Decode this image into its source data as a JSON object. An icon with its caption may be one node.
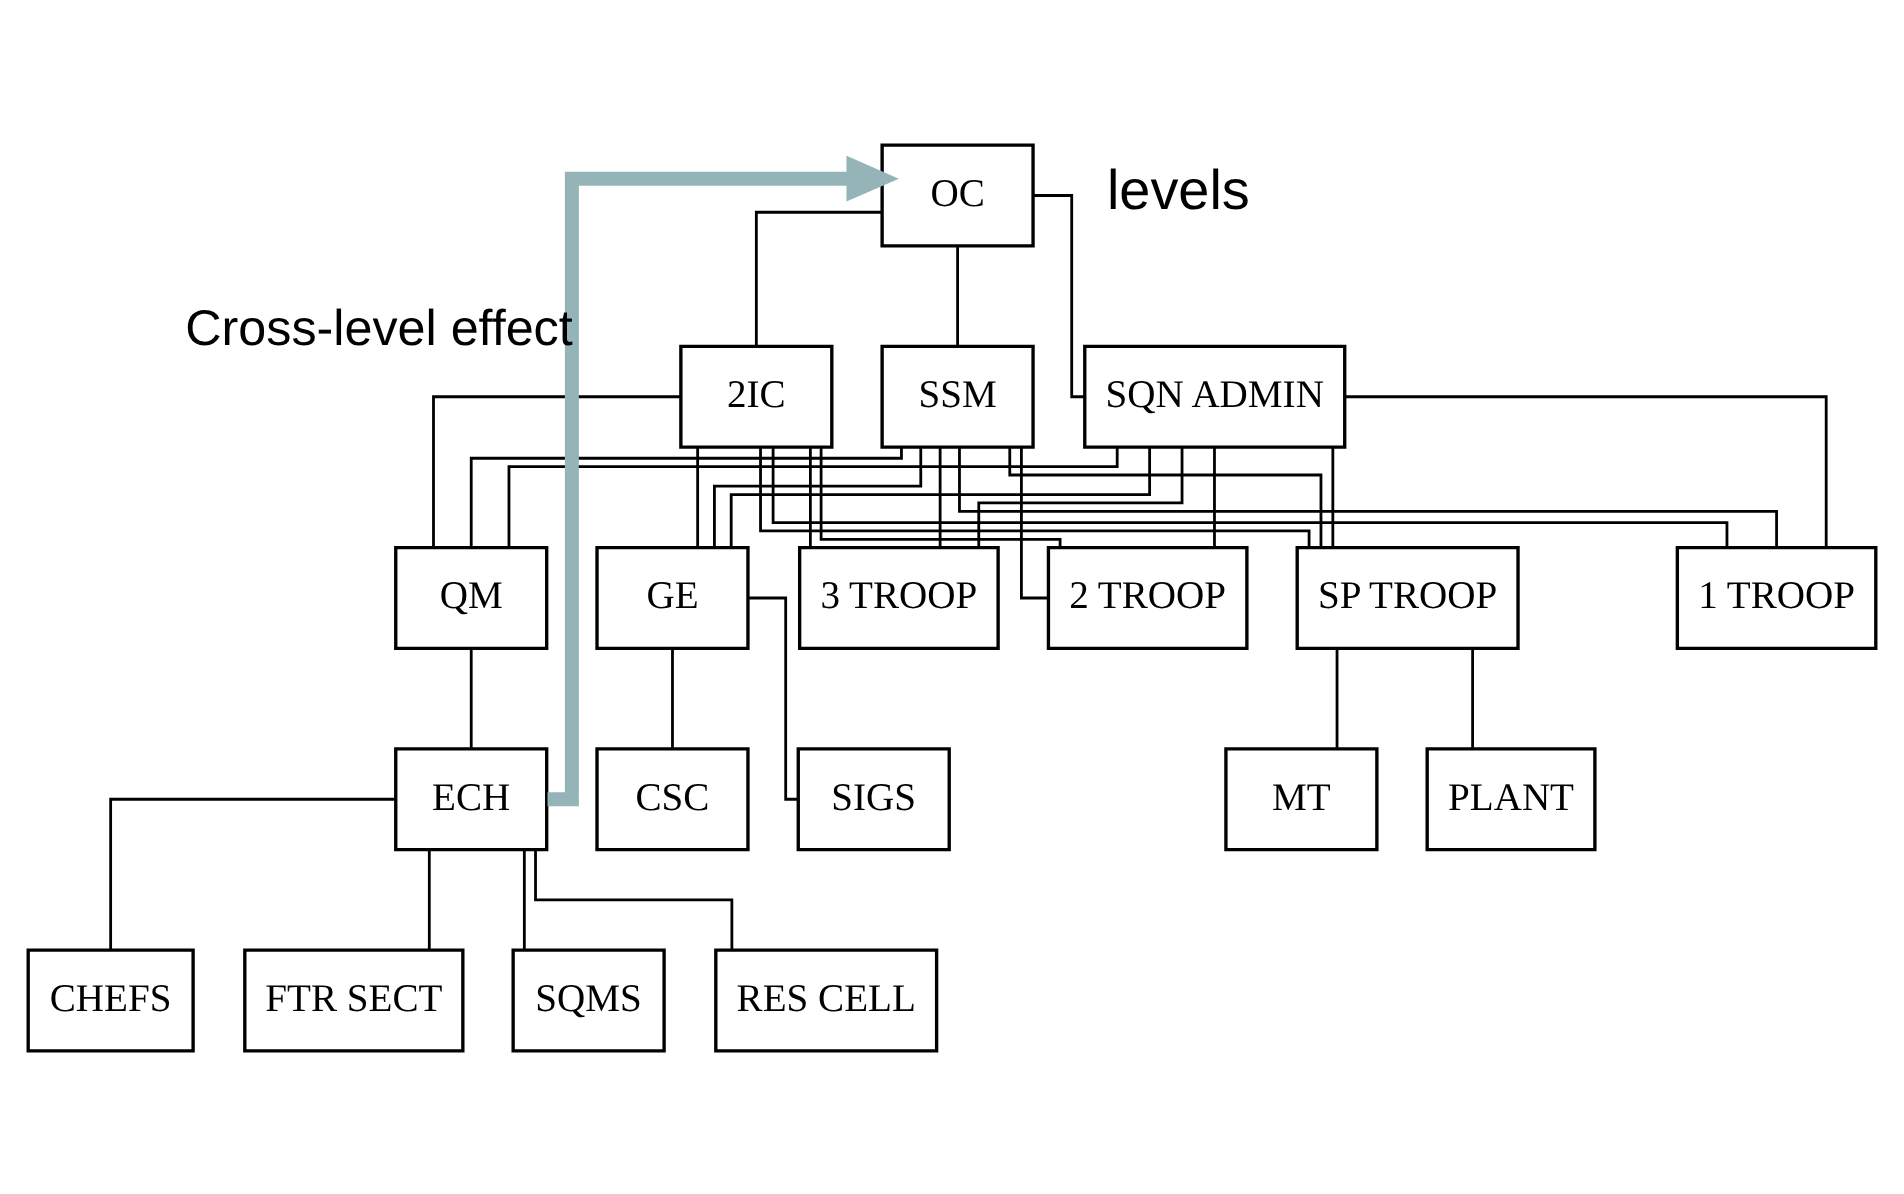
{
  "diagram": {
    "nodes": [
      {
        "text": [
          "OC"
        ]
      },
      {
        "text": [
          "2IC"
        ]
      },
      {
        "text": [
          "SSM"
        ]
      },
      {
        "text": [
          "SQN ADMIN"
        ]
      },
      {
        "text": [
          "SP TROOP"
        ]
      },
      {
        "text": [
          "1 TROOP"
        ]
      },
      {
        "text": [
          "2 TROOP"
        ]
      },
      {
        "text": [
          "3 TROOP"
        ]
      },
      {
        "text": [
          "QM"
        ]
      },
      {
        "text": [
          "GE"
        ]
      },
      {
        "text": [
          "PLANT"
        ]
      },
      {
        "text": [
          "MT"
        ]
      },
      {
        "text": [
          "ECH"
        ]
      },
      {
        "text": [
          "SIGS"
        ]
      },
      {
        "text": [
          "CSC"
        ]
      },
      {
        "text": [
          "CHEFS"
        ]
      },
      {
        "text": [
          "FTR SECT"
        ]
      },
      {
        "text": [
          "SQMS"
        ]
      },
      {
        "text": [
          "RES CELL"
        ]
      }
    ],
    "edges": [
      {
        "from": 0,
        "to": 1,
        "arrow": "none"
      },
      {
        "from": 0,
        "to": 2,
        "arrow": "none"
      },
      {
        "from": 0,
        "to": 3,
        "arrow": "none"
      },
      {
        "from": 1,
        "to": 4,
        "arrow": "none"
      },
      {
        "from": 1,
        "to": 5,
        "arrow": "none"
      },
      {
        "from": 1,
        "to": 6,
        "arrow": "none"
      },
      {
        "from": 1,
        "to": 7,
        "arrow": "none"
      },
      {
        "from": 1,
        "to": 8,
        "arrow": "none"
      },
      {
        "from": 1,
        "to": 9,
        "arrow": "none"
      },
      {
        "from": 2,
        "to": 4,
        "arrow": "none"
      },
      {
        "from": 2,
        "to": 5,
        "arrow": "none"
      },
      {
        "from": 2,
        "to": 6,
        "arrow": "none"
      },
      {
        "from": 2,
        "to": 7,
        "arrow": "none"
      },
      {
        "from": 2,
        "to": 8,
        "arrow": "none"
      },
      {
        "from": 2,
        "to": 9,
        "arrow": "none"
      },
      {
        "from": 3,
        "to": 4,
        "arrow": "none"
      },
      {
        "from": 3,
        "to": 5,
        "arrow": "none"
      },
      {
        "from": 3,
        "to": 6,
        "arrow": "none"
      },
      {
        "from": 3,
        "to": 7,
        "arrow": "none"
      },
      {
        "from": 3,
        "to": 8,
        "arrow": "none"
      },
      {
        "from": 3,
        "to": 9,
        "arrow": "none"
      },
      {
        "from": 4,
        "to": 10,
        "arrow": "none"
      },
      {
        "from": 4,
        "to": 11,
        "arrow": "none"
      },
      {
        "from": 8,
        "to": 12,
        "arrow": "none"
      },
      {
        "from": 9,
        "to": 13,
        "arrow": "none"
      },
      {
        "from": 9,
        "to": 14,
        "arrow": "none"
      },
      {
        "from": 12,
        "to": 15,
        "arrow": "none"
      },
      {
        "from": 12,
        "to": 16,
        "arrow": "none"
      },
      {
        "from": 12,
        "to": 17,
        "arrow": "none"
      },
      {
        "from": 12,
        "to": 18,
        "arrow": "none"
      },
      {
        "from": 12,
        "to": 0,
        "arrow": "to",
        "label": "Cross-level effect",
        "style": "thick",
        "color": "#94b4b8"
      }
    ],
    "labels": [
      "levels"
    ]
  }
}
